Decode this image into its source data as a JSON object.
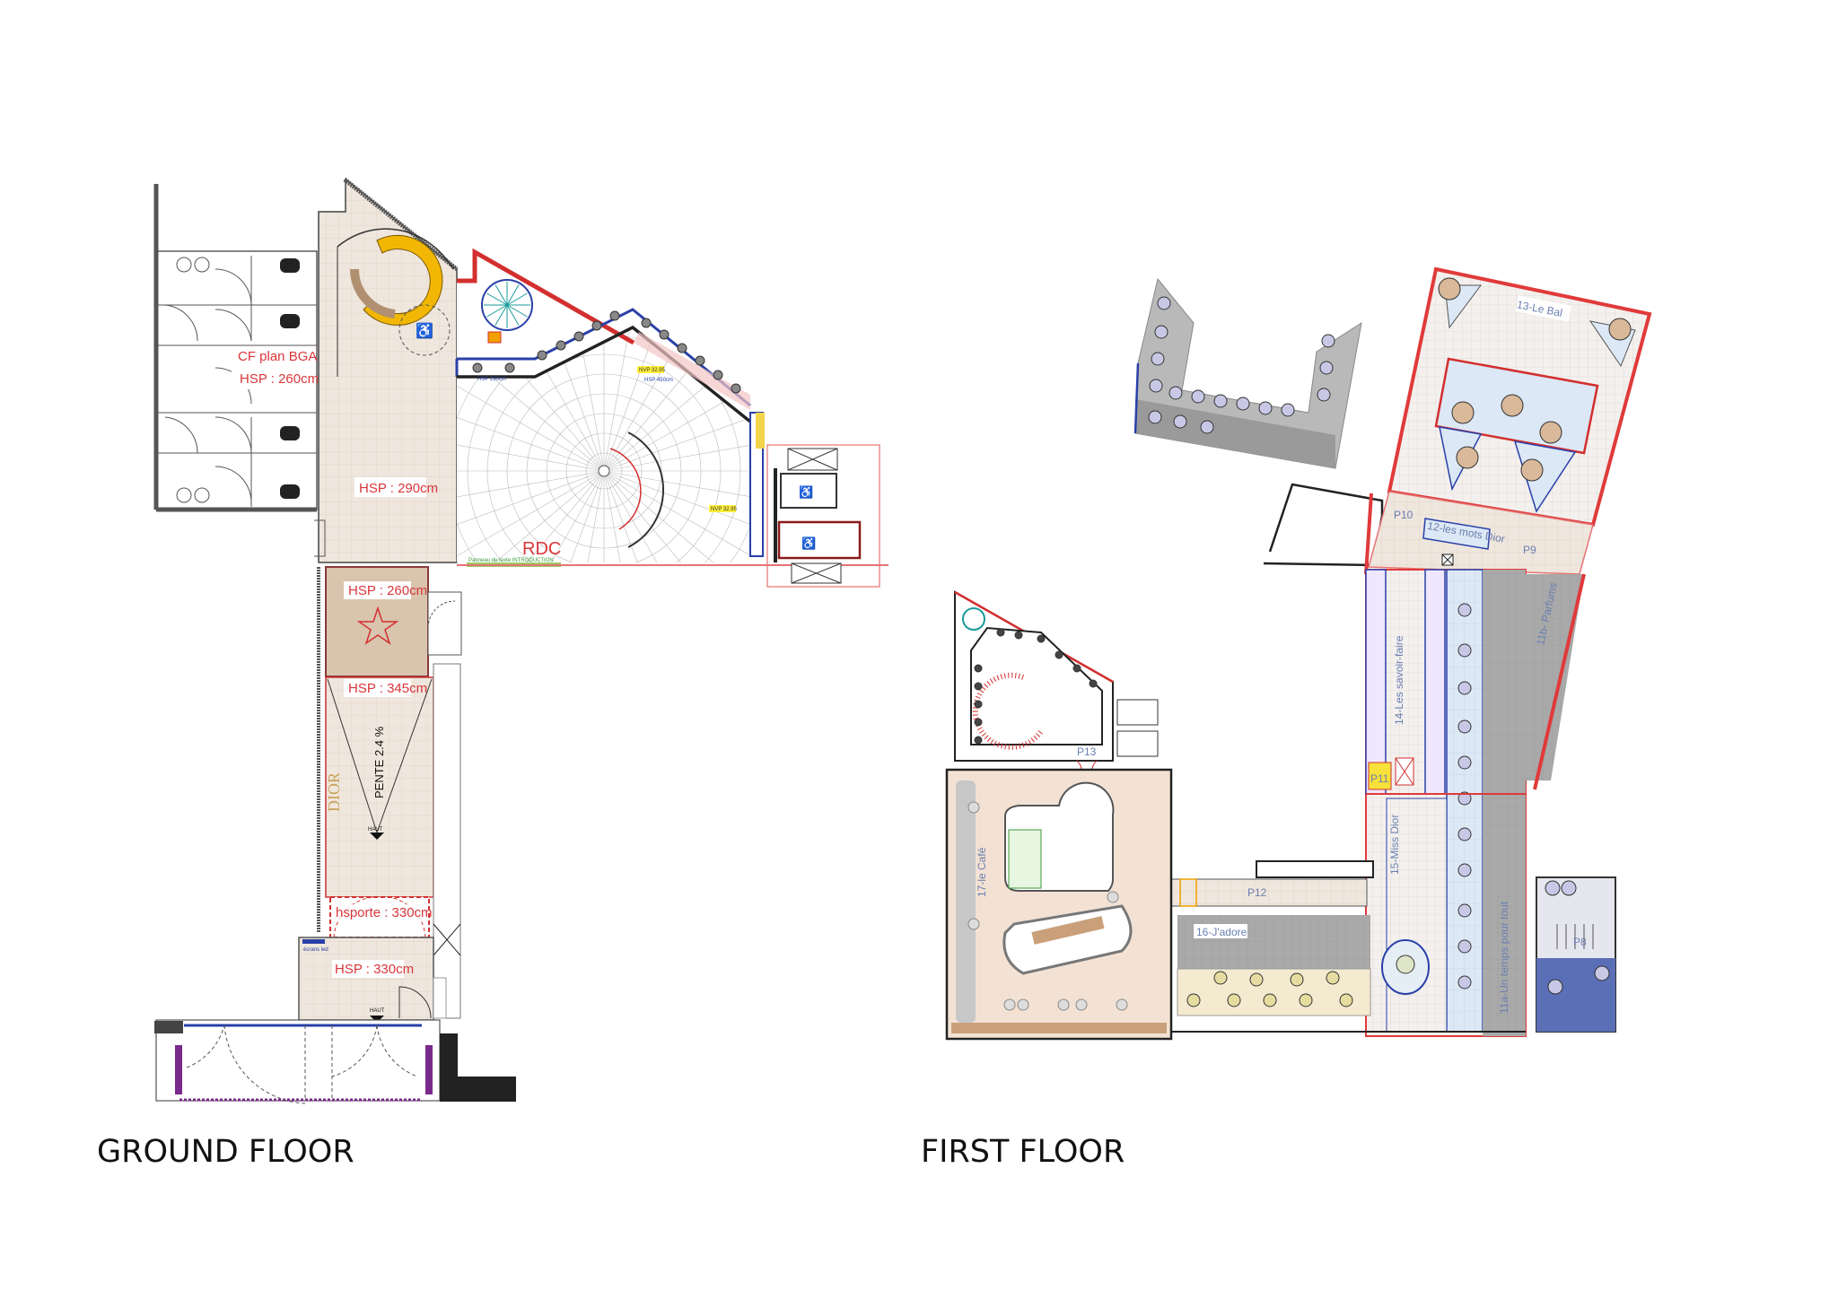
{
  "titles": {
    "ground_floor": "GROUND FLOOR",
    "first_floor": "FIRST FLOOR"
  },
  "ground_floor": {
    "cf_plan": "CF plan BGA",
    "hsp_toilets": "HSP : 260cm",
    "hsp_corridor": "HSP : 290cm",
    "rdc": "RDC",
    "hsp_gallery": "HSP 290cm",
    "hsp_rotunda": "HSP 450cm",
    "nvp_1": "NVP 32.95",
    "nvp_2": "NVP 32.95",
    "intro_panel": "Panneau de texte INTRODUCTION",
    "hsp_star_room": "HSP : 260cm",
    "hsp_ramp": "HSP : 345cm",
    "slope": "PENTE 2.4 %",
    "dior_logo": "DIOR",
    "door_height": "hsporte : 330cm",
    "hsp_entrance": "HSP : 330cm",
    "screen_label": "écrans led",
    "up_1": "HAUT",
    "up_2": "HAUT"
  },
  "first_floor": {
    "rooms": {
      "le_bal": "13-Le Bal",
      "p10": "P10",
      "mots_dior": "12-les mots Dior",
      "p9": "P9",
      "parfums": "11b- Parfums",
      "savoir_faire": "14-Les savoir-faire",
      "p11": "P11",
      "miss_dior": "15-Miss Dior",
      "p12": "P12",
      "jadore": "16-J'adore",
      "cafe": "17-le Café",
      "p13": "P13",
      "p8": "P8",
      "temps": "11a-Un temps pour tout"
    }
  },
  "colors": {
    "wall_red": "#e03a3a",
    "wall_blue": "#2a40a8",
    "floor_beige": "#efe6dd",
    "star_room": "#d9c4ad",
    "grey_gallery": "#b9b9b9",
    "display_blue": "#dce8f5",
    "yellow": "#f2b705",
    "p8_blue": "#5a6fb5"
  }
}
